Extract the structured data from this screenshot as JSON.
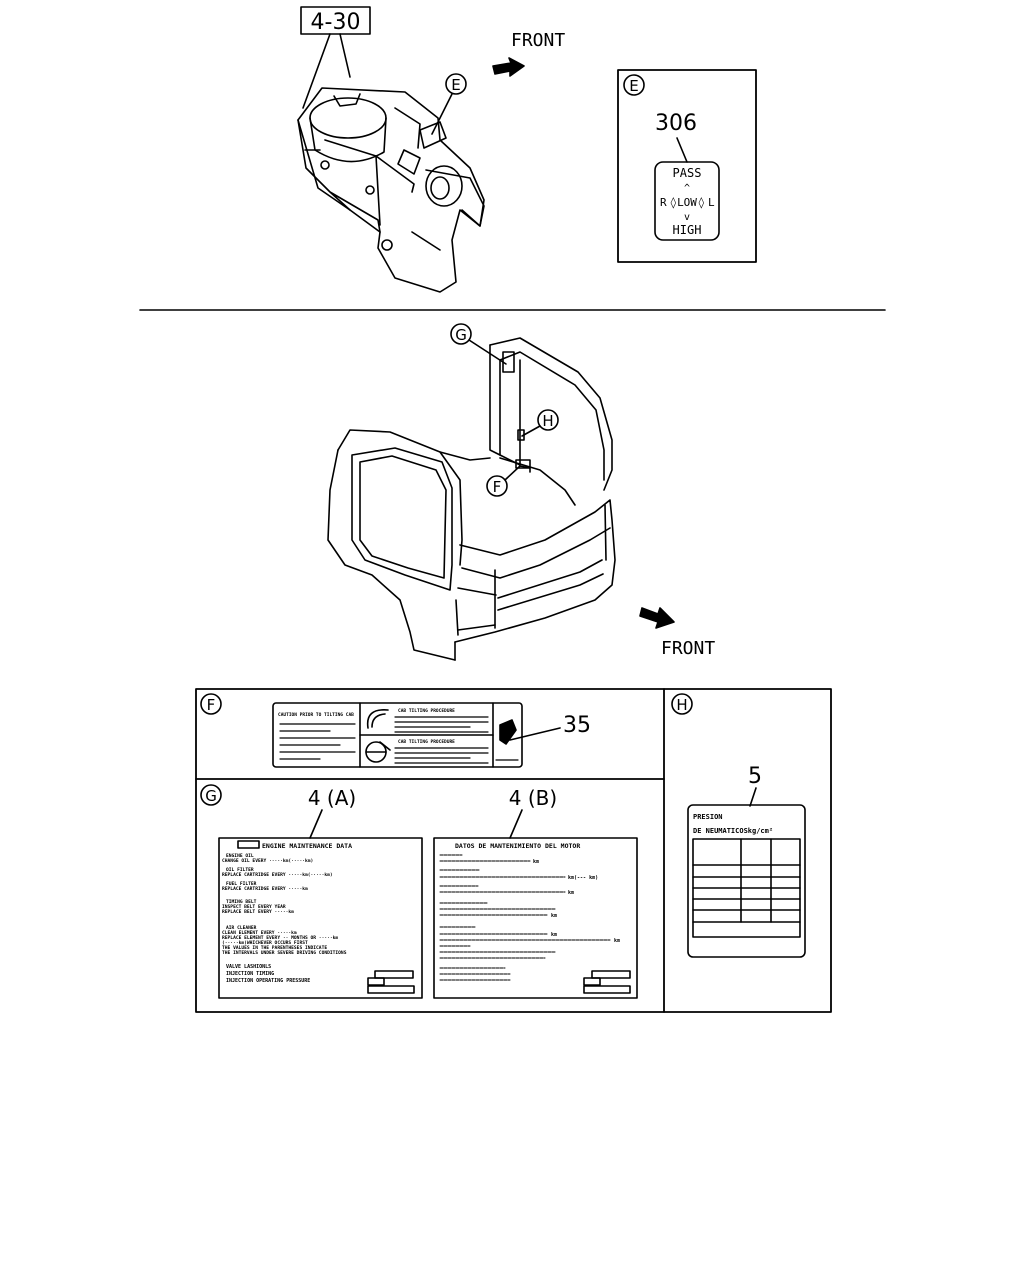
{
  "top": {
    "callout_4_30": "4-30",
    "front_label_top": "FRONT",
    "circle_e": "E",
    "detail_e": {
      "letter": "E",
      "part": "306",
      "switch_pass": "PASS",
      "switch_high": "HIGH",
      "switch_r": "R",
      "switch_low": "LOW",
      "switch_l": "L"
    }
  },
  "middle": {
    "circle_g": "G",
    "circle_h": "H",
    "circle_f": "F",
    "front_label_bottom": "FRONT"
  },
  "bottom": {
    "panel_f": {
      "letter": "F",
      "part": "35",
      "label_title_left": "CAUTION PRIOR TO TILTING CAB",
      "label_title_right_top": "CAB TILTING PROCEDURE",
      "label_title_right_bottom": "CAB TILTING PROCEDURE"
    },
    "panel_g": {
      "letter": "G",
      "part_a": "4 (A)",
      "part_b": "4 (B)",
      "label_a": {
        "title": "ENGINE MAINTENANCE DATA",
        "lines": [
          "ENGINE OIL",
          "CHANGE OIL EVERY ·····km(·····km)",
          "OIL FILTER",
          "REPLACE CARTRIDGE EVERY ·····km(·····km)",
          "FUEL FILTER",
          "REPLACE CARTRIDGE EVERY ·····km",
          "TIMING BELT",
          "INSPECT BELT EVERY YEAR",
          "REPLACE BELT EVERY ·····km",
          "AIR CLEANER",
          "CLEAN ELEMENT EVERY ·····km",
          "REPLACE ELEMENT EVERY ·· MONTHS OR ·····km",
          "(·····km)WHICHEVER OCCURS FIRST",
          "THE VALUES IN THE PARENTHESES INDICATE",
          "THE INTERVALS UNDER SEVERE DRIVING CONDITIONS",
          "VALVE LASHIONLS",
          "INJECTION TIMING",
          "INJECTION OPERATING PRESSURE"
        ]
      },
      "label_b": {
        "title": "DATOS DE MANTENIMIENTO DEL MOTOR",
        "units": [
          "km",
          "km(--- km)",
          "km",
          "km",
          "km",
          "km"
        ]
      }
    },
    "panel_h": {
      "letter": "H",
      "part": "5",
      "line1": "PRESION",
      "line2": "DE NEUMATICOSkg/cm²"
    }
  }
}
